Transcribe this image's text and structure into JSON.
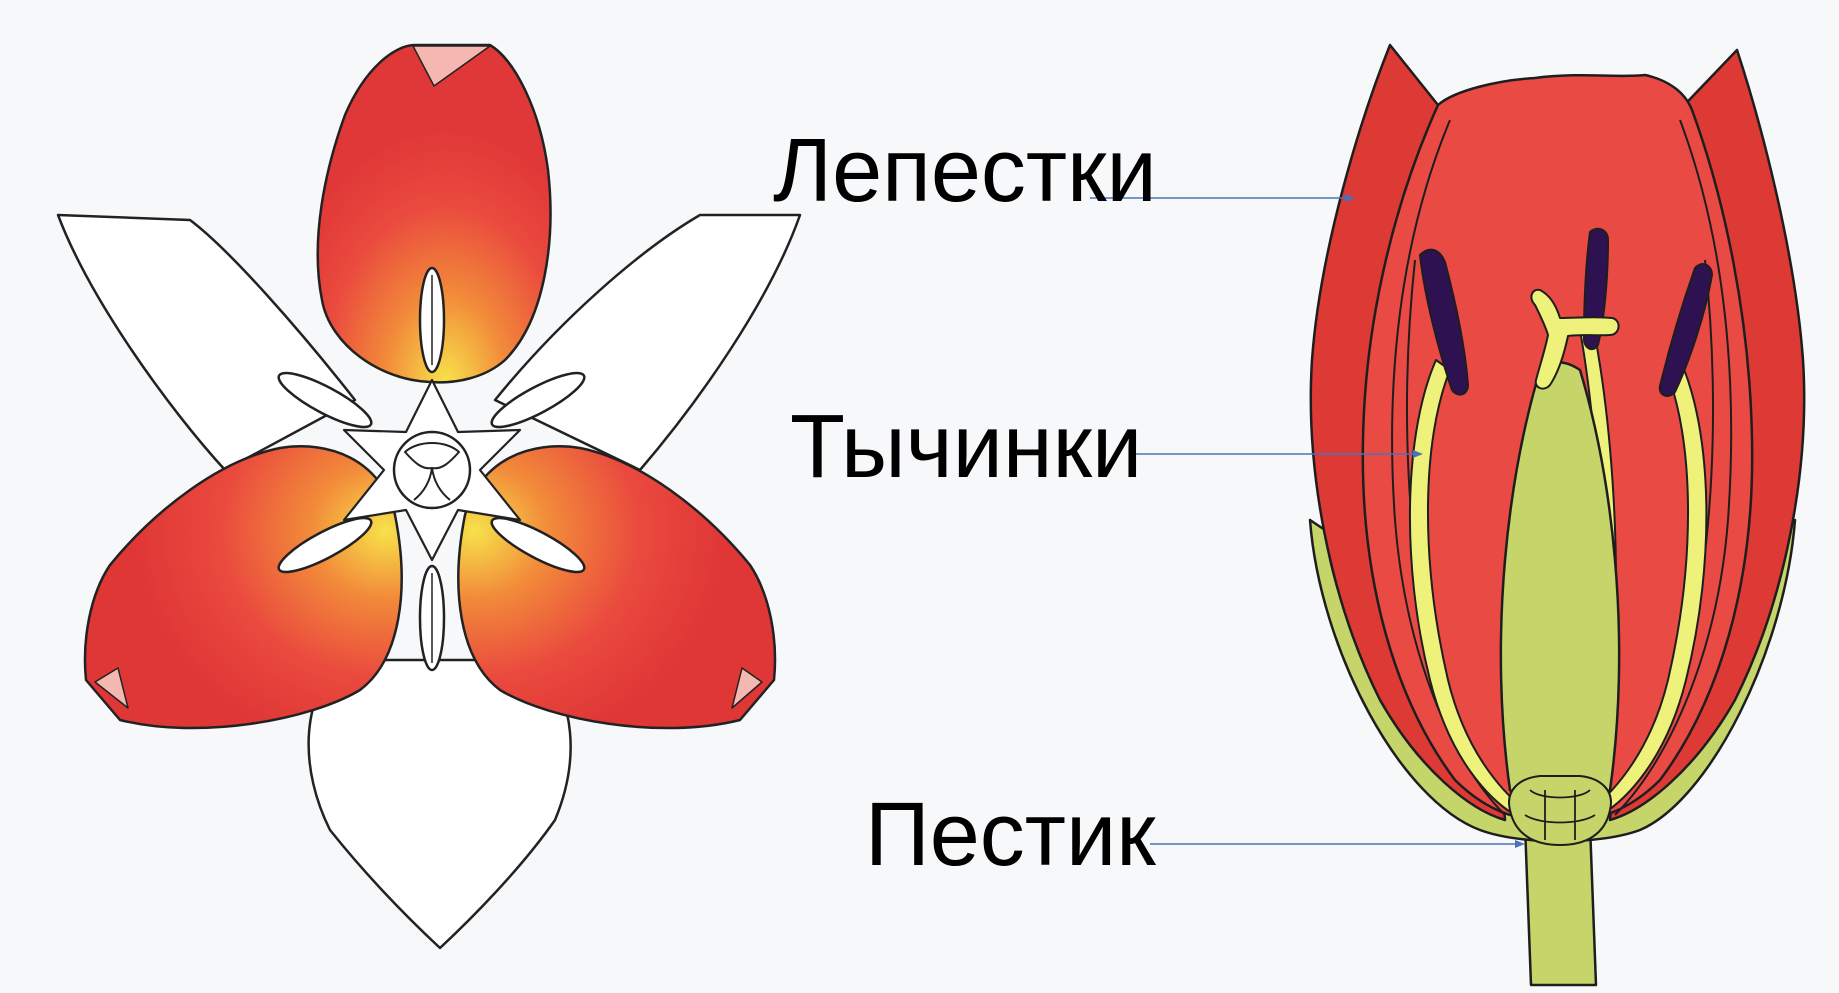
{
  "labels": {
    "petals": "Лепестки",
    "stamens": "Тычинки",
    "pistil": "Пестик"
  },
  "colors": {
    "background": "#f7f8fa",
    "petal_red": "#e8403c",
    "petal_yellow": "#f7e04a",
    "pistil_green": "#c5d56a",
    "filament_yellow": "#eef27a",
    "anther_purple": "#2e1150",
    "leader_line": "#4a72b8"
  }
}
